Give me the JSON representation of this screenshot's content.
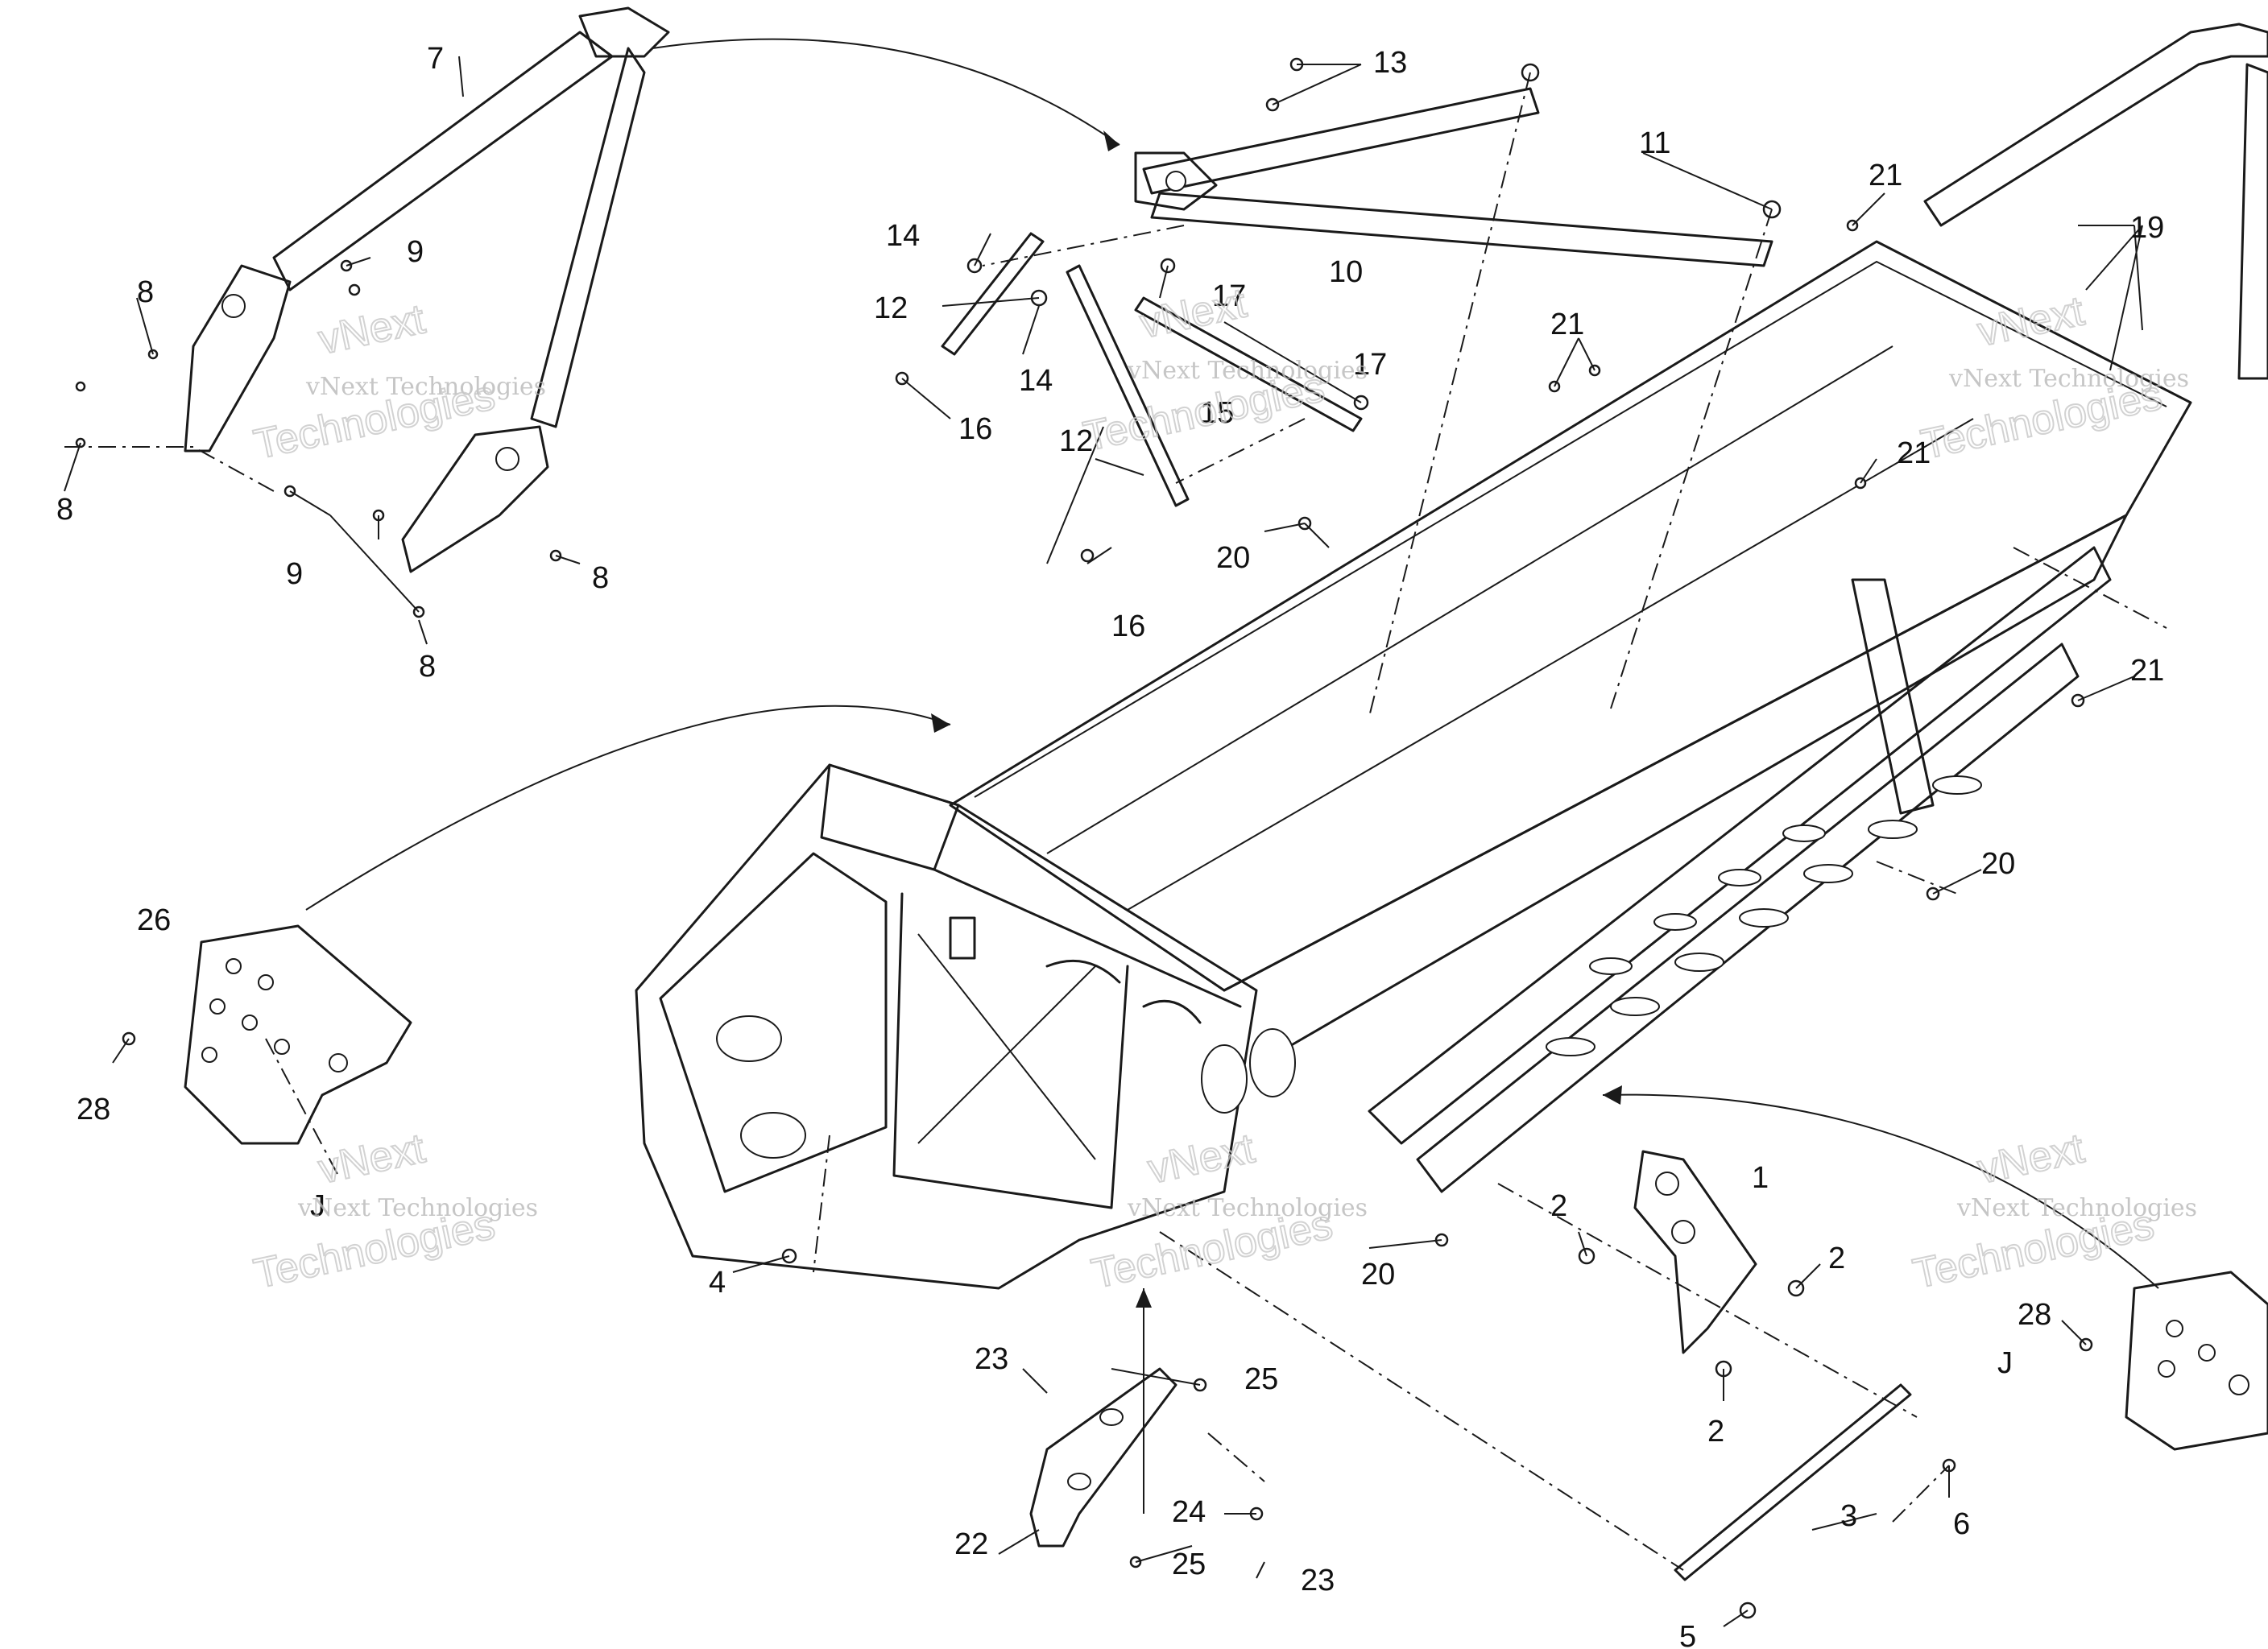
{
  "callouts": [
    {
      "id": "c1",
      "text": "1"
    },
    {
      "id": "c2a",
      "text": "2"
    },
    {
      "id": "c2b",
      "text": "2"
    },
    {
      "id": "c2c",
      "text": "2"
    },
    {
      "id": "c3",
      "text": "3"
    },
    {
      "id": "c4",
      "text": "4"
    },
    {
      "id": "c5",
      "text": "5"
    },
    {
      "id": "c6",
      "text": "6"
    },
    {
      "id": "c7",
      "text": "7"
    },
    {
      "id": "c8a",
      "text": "8"
    },
    {
      "id": "c8b",
      "text": "8"
    },
    {
      "id": "c8c",
      "text": "8"
    },
    {
      "id": "c8d",
      "text": "8"
    },
    {
      "id": "c9a",
      "text": "9"
    },
    {
      "id": "c9b",
      "text": "9"
    },
    {
      "id": "c10",
      "text": "10"
    },
    {
      "id": "c11",
      "text": "11"
    },
    {
      "id": "c12a",
      "text": "12"
    },
    {
      "id": "c12b",
      "text": "12"
    },
    {
      "id": "c13",
      "text": "13"
    },
    {
      "id": "c14a",
      "text": "14"
    },
    {
      "id": "c14b",
      "text": "14"
    },
    {
      "id": "c15",
      "text": "15"
    },
    {
      "id": "c16a",
      "text": "16"
    },
    {
      "id": "c16b",
      "text": "16"
    },
    {
      "id": "c17a",
      "text": "17"
    },
    {
      "id": "c17b",
      "text": "17"
    },
    {
      "id": "c19",
      "text": "19"
    },
    {
      "id": "c20a",
      "text": "20"
    },
    {
      "id": "c20b",
      "text": "20"
    },
    {
      "id": "c20c",
      "text": "20"
    },
    {
      "id": "c21a",
      "text": "21"
    },
    {
      "id": "c21b",
      "text": "21"
    },
    {
      "id": "c21c",
      "text": "21"
    },
    {
      "id": "c21d",
      "text": "21"
    },
    {
      "id": "c22",
      "text": "22"
    },
    {
      "id": "c23a",
      "text": "23"
    },
    {
      "id": "c23b",
      "text": "23"
    },
    {
      "id": "c24",
      "text": "24"
    },
    {
      "id": "c25a",
      "text": "25"
    },
    {
      "id": "c25b",
      "text": "25"
    },
    {
      "id": "c26",
      "text": "26"
    },
    {
      "id": "c28a",
      "text": "28"
    },
    {
      "id": "c28b",
      "text": "28"
    },
    {
      "id": "cJa",
      "text": "J"
    },
    {
      "id": "cJb",
      "text": "J"
    }
  ],
  "watermark": {
    "small": "vNext Technologies",
    "line1": "vNext",
    "line2": "Technologies"
  }
}
